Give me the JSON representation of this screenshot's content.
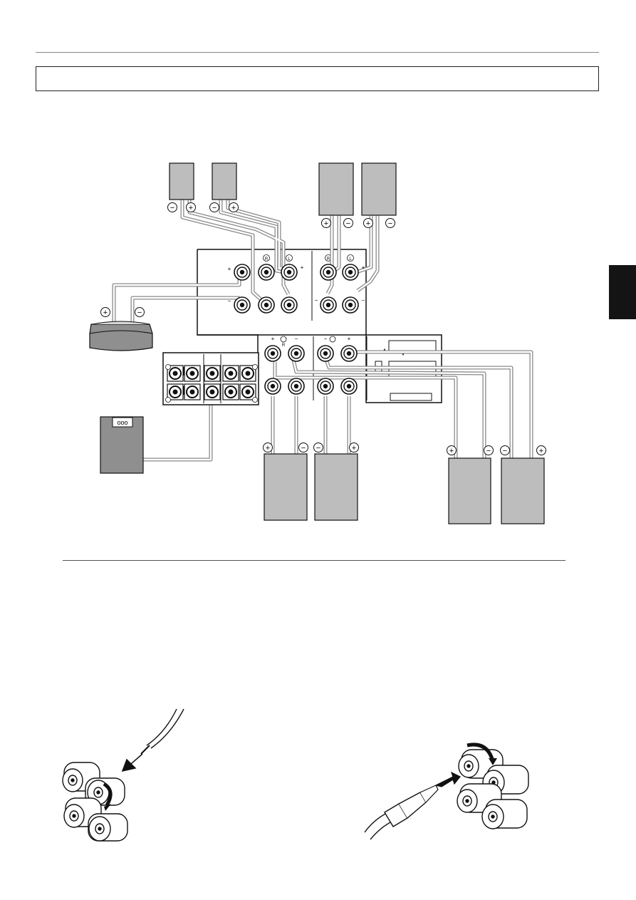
{
  "header": {
    "title": ""
  },
  "side_tab": {
    "label": ""
  },
  "diagram": {
    "polarity": {
      "plus": "+",
      "minus": "−"
    },
    "channel_marks": {
      "left": "L",
      "right": "R"
    },
    "speakers": [
      {
        "id": "rear-left-top",
        "polarity_order": [
          "minus",
          "plus"
        ]
      },
      {
        "id": "rear-right-top",
        "polarity_order": [
          "minus",
          "plus"
        ]
      },
      {
        "id": "front-b-left",
        "polarity_order": [
          "plus",
          "minus"
        ]
      },
      {
        "id": "front-b-right",
        "polarity_order": [
          "plus",
          "minus"
        ]
      },
      {
        "id": "center",
        "polarity_order": [
          "plus",
          "minus"
        ]
      },
      {
        "id": "front-a-right",
        "polarity_order": [
          "plus",
          "minus"
        ]
      },
      {
        "id": "front-a-left",
        "polarity_order": [
          "minus",
          "plus"
        ]
      },
      {
        "id": "zone-left",
        "polarity_order": [
          "plus",
          "minus"
        ]
      },
      {
        "id": "zone-right",
        "polarity_order": [
          "minus",
          "plus"
        ]
      }
    ],
    "subwoofer": {
      "panel_glyph": "ooo"
    }
  },
  "colors": {
    "speaker_fill": "#bdbdbd",
    "subwoofer_fill": "#8f8f8f",
    "wire": "#8a8a8a",
    "ink": "#111111"
  }
}
